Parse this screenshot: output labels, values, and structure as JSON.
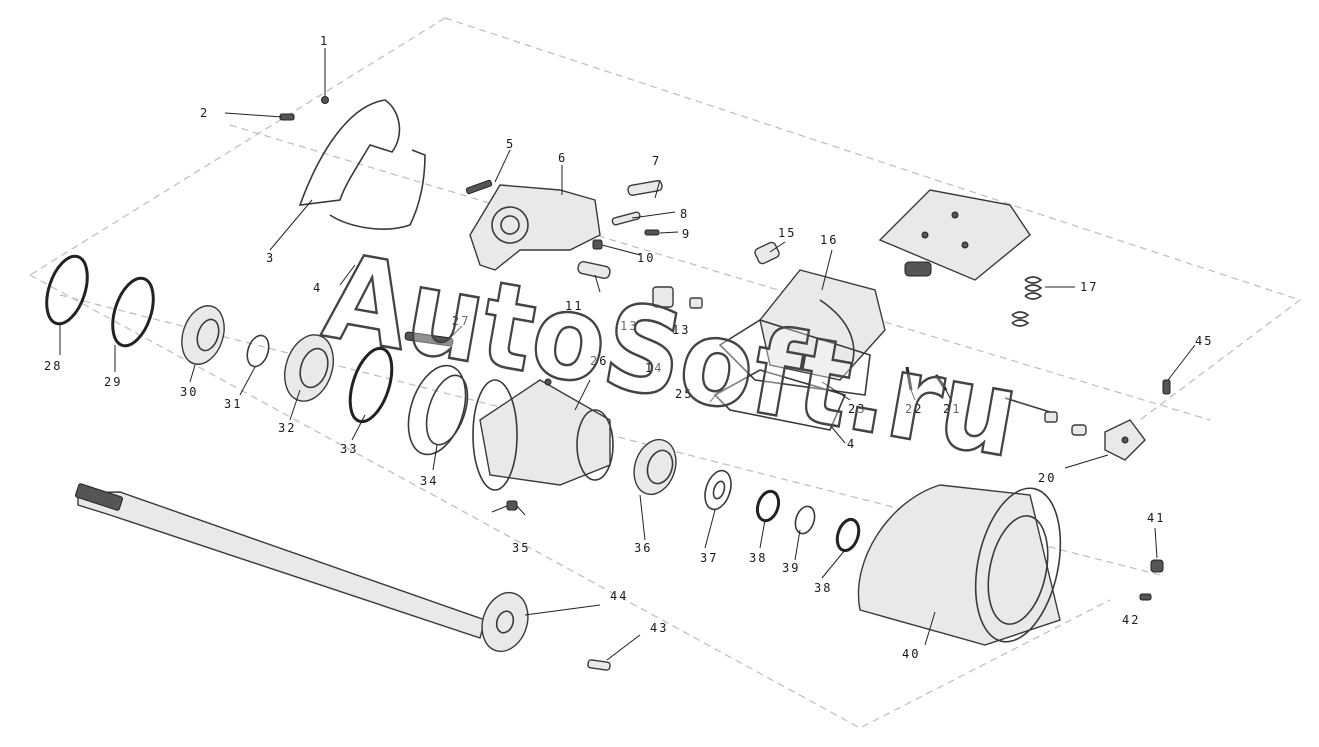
{
  "watermark": "AutoSoft.ru",
  "labels": {
    "p1": "1",
    "p2": "2",
    "p3": "3",
    "p4a": "4",
    "p4b": "4",
    "p5": "5",
    "p6": "6",
    "p7": "7",
    "p8": "8",
    "p9": "9",
    "p10": "10",
    "p11": "11",
    "p13a": "13",
    "p13b": "13",
    "p14": "14",
    "p15": "15",
    "p16": "16",
    "p17": "17",
    "p20": "20",
    "p21": "21",
    "p22": "22",
    "p23": "23",
    "p25": "25",
    "p26": "26",
    "p27": "27",
    "p28": "28",
    "p29": "29",
    "p30": "30",
    "p31": "31",
    "p32": "32",
    "p33": "33",
    "p34": "34",
    "p35": "35",
    "p36": "36",
    "p37": "37",
    "p38a": "38",
    "p38b": "38",
    "p39": "39",
    "p40": "40",
    "p41": "41",
    "p42": "42",
    "p43": "43",
    "p44": "44",
    "p45": "45"
  },
  "colors": {
    "line": "#3a3a3a",
    "dash": "#bdbdbd",
    "label": "#1a1a1a"
  }
}
